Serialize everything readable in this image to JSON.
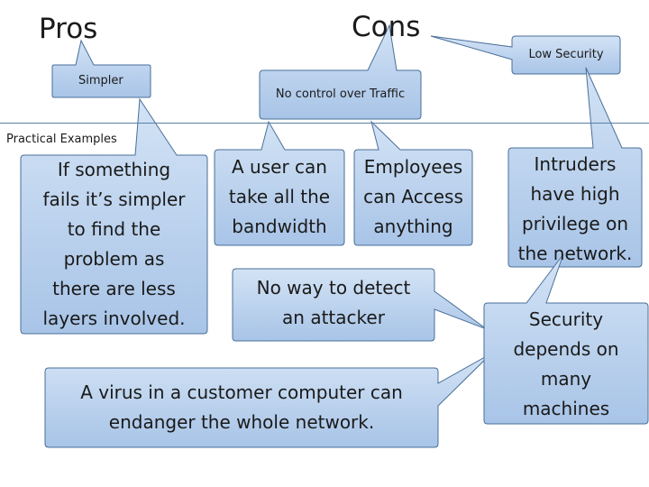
{
  "headings": {
    "pros": "Pros",
    "cons": "Cons"
  },
  "section_label": "Practical Examples",
  "callouts": {
    "simpler": "Simpler",
    "no_control": "No control over Traffic",
    "low_security": "Low Security",
    "fails_simpler": [
      "If something",
      "fails it’s simpler",
      "to find the",
      "problem as",
      "there are less",
      "layers involved."
    ],
    "user_bandwidth": [
      "A user can",
      "take all the",
      "bandwidth"
    ],
    "employees_access": [
      "Employees",
      "can Access",
      "anything"
    ],
    "no_detect": [
      "No way to detect",
      "an attacker"
    ],
    "virus": [
      "A virus in a customer computer can",
      "endanger the whole network."
    ],
    "intruders": [
      "Intruders",
      "have high",
      "privilege on",
      "the network."
    ],
    "security_machines": [
      "Security",
      "depends on",
      "many",
      "machines"
    ]
  },
  "colors": {
    "callout_fill_top": "#cfe0f4",
    "callout_fill_bottom": "#a9c5e8",
    "callout_stroke": "#4a6f98",
    "rule": "#5b7fa6"
  }
}
